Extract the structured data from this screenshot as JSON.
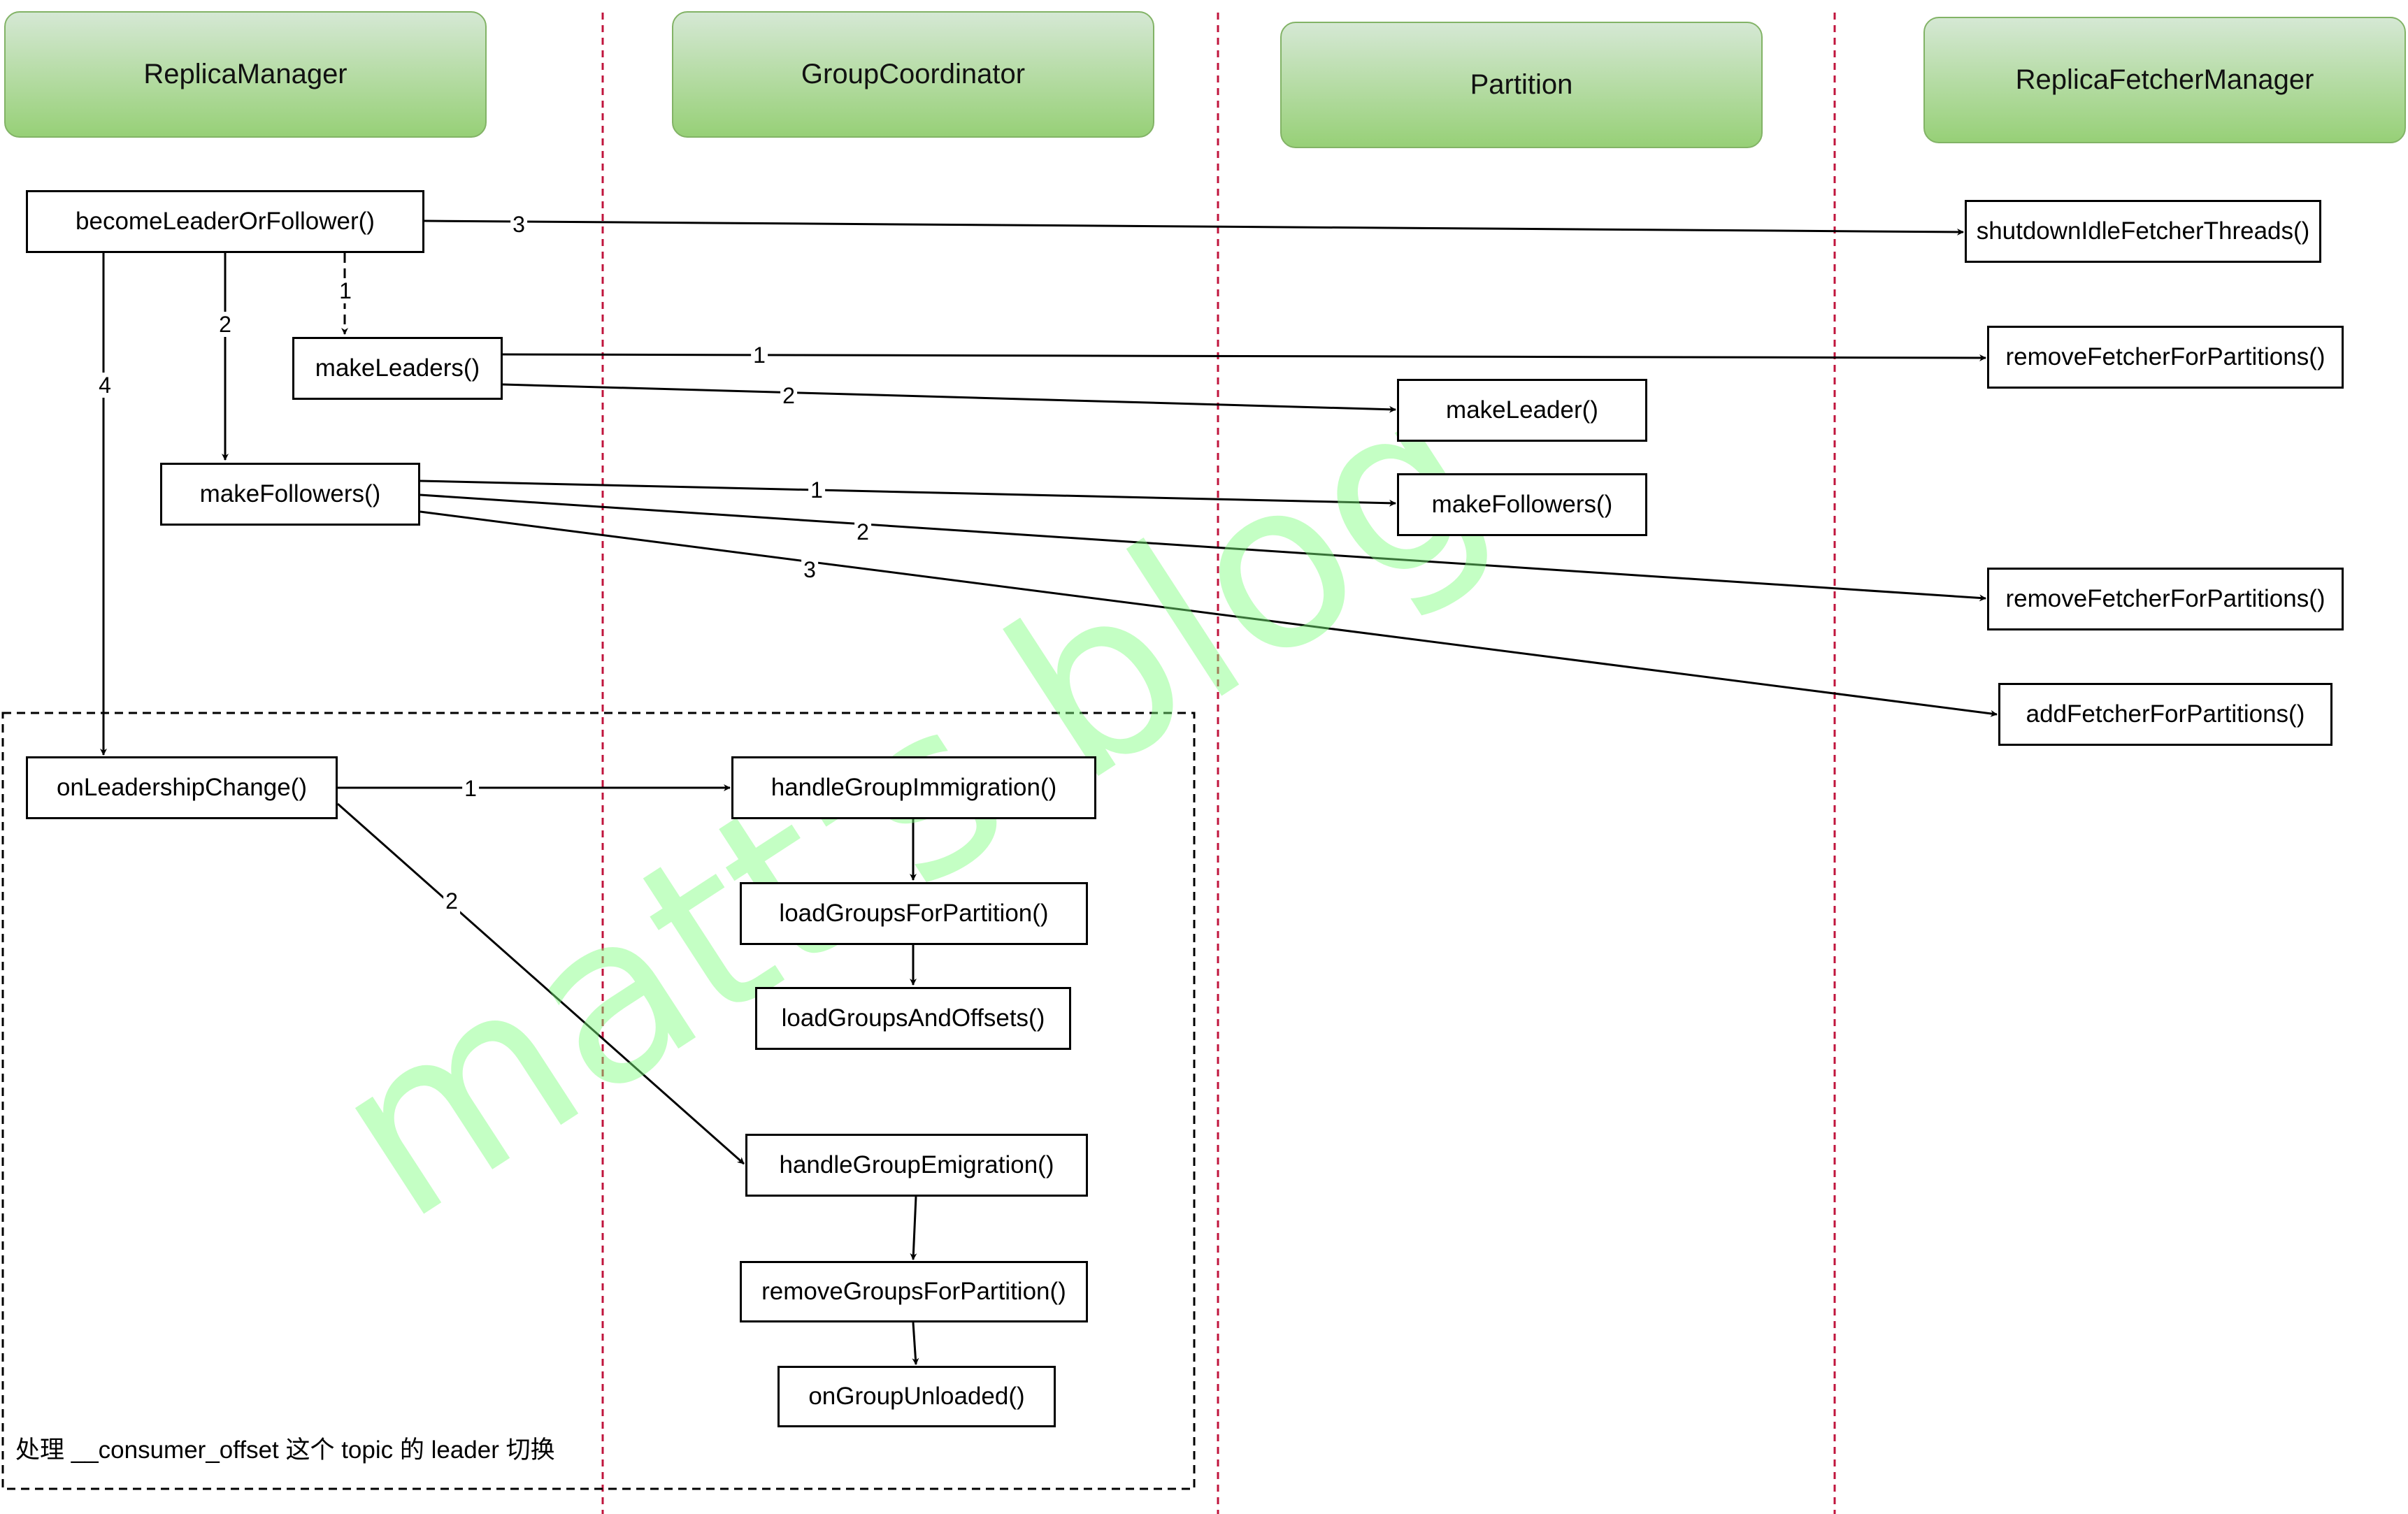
{
  "lanes": {
    "replica_manager": "ReplicaManager",
    "group_coordinator": "GroupCoordinator",
    "partition": "Partition",
    "replica_fetcher_manager": "ReplicaFetcherManager"
  },
  "nodes": {
    "become_leader_or_follower": "becomeLeaderOrFollower()",
    "make_leaders": "makeLeaders()",
    "make_followers": "makeFollowers()",
    "on_leadership_change": "onLeadershipChange()",
    "shutdown_idle_fetcher_threads": "shutdownIdleFetcherThreads()",
    "remove_fetcher_for_partitions_1": "removeFetcherForPartitions()",
    "make_leader": "makeLeader()",
    "partition_make_followers": "makeFollowers()",
    "remove_fetcher_for_partitions_2": "removeFetcherForPartitions()",
    "add_fetcher_for_partitions": "addFetcherForPartitions()",
    "handle_group_immigration": "handleGroupImmigration()",
    "load_groups_for_partition": "loadGroupsForPartition()",
    "load_groups_and_offsets": "loadGroupsAndOffsets()",
    "handle_group_emigration": "handleGroupEmigration()",
    "remove_groups_for_partition": "removeGroupsForPartition()",
    "on_group_unloaded": "onGroupUnloaded()"
  },
  "edge_labels": {
    "blof_to_shutdown": "3",
    "blof_to_make_leaders": "1",
    "blof_to_make_followers": "2",
    "blof_to_on_leadership_change": "4",
    "make_leaders_to_remove_fetcher": "1",
    "make_leaders_to_make_leader": "2",
    "make_followers_to_partition": "1",
    "make_followers_to_remove_fetcher": "2",
    "make_followers_to_add_fetcher": "3",
    "olc_to_immigration": "1",
    "olc_to_emigration": "2"
  },
  "group_note": "处理 __consumer_offset 这个 topic 的 leader 切换",
  "watermark": "matt's blog",
  "colors": {
    "lane_fill_top": "#d5e8d4",
    "lane_fill_bottom": "#97d077",
    "lane_border": "#82b366",
    "lane_divider": "#c0143c",
    "watermark": "#7dff7d"
  }
}
